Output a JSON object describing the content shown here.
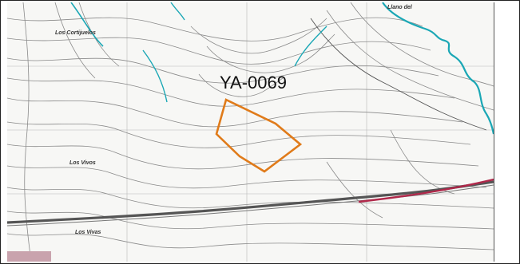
{
  "map": {
    "site_label": "YA-0069",
    "place_names": [
      {
        "id": "place-los-cortijuelos",
        "text": "Los Cortijuelos"
      },
      {
        "id": "place-los-vivos",
        "text": "Los Vivos"
      },
      {
        "id": "place-los-vivos-south",
        "text": "Los Vivas"
      },
      {
        "id": "place-llano",
        "text": "Llano del"
      }
    ],
    "colors": {
      "site_outline": "#e07b1a",
      "river": "#1aa7b5",
      "road": "#555555",
      "railway": "#b0284a",
      "contours": "#8a8a8a"
    }
  }
}
